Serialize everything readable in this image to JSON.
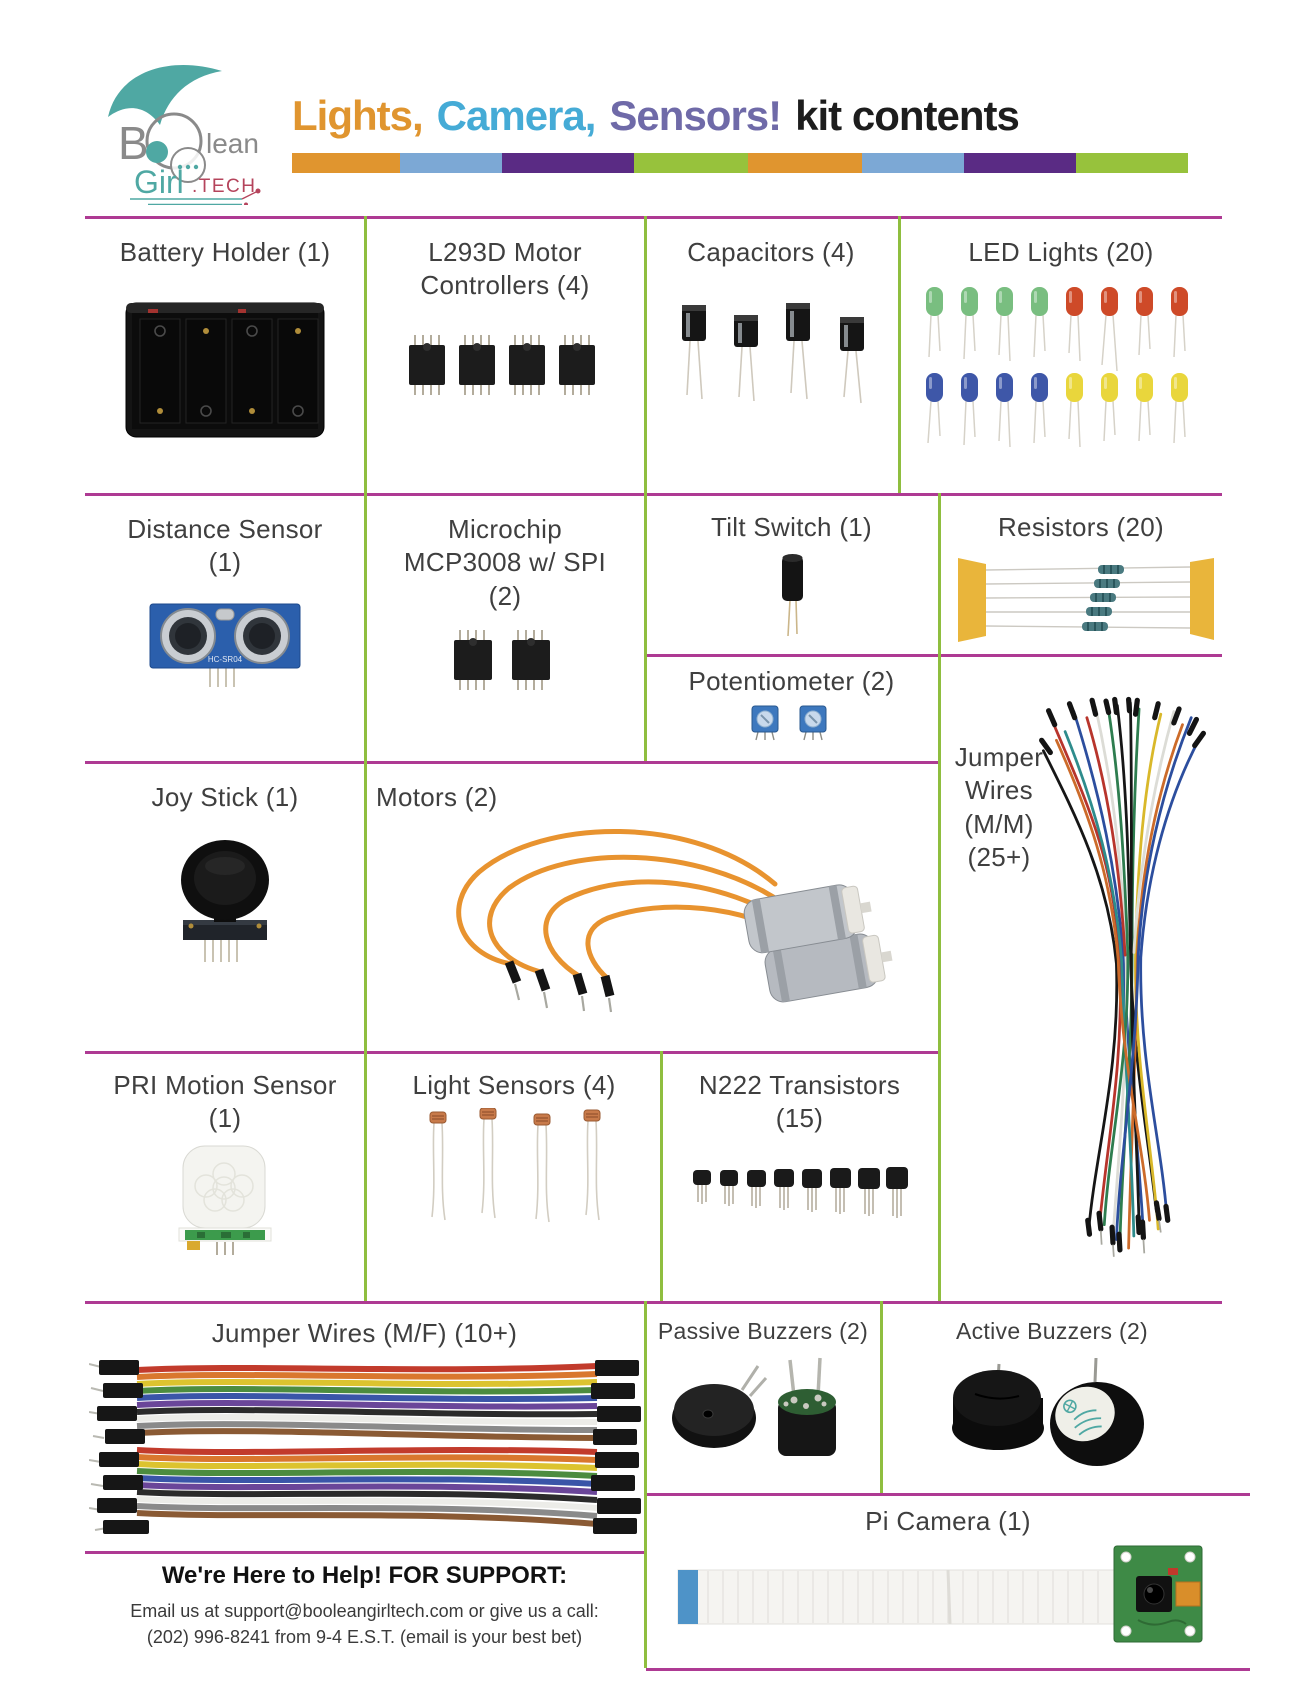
{
  "header": {
    "logo": {
      "bo": "BO",
      "lean": "lean",
      "girl": "Girl",
      "tech": ".TECH"
    },
    "title_parts": {
      "lights": "Lights,",
      "camera": "Camera,",
      "sensors": "Sensors!",
      "suffix": "kit contents"
    },
    "accent_colors": {
      "title_orange": "#E0952F",
      "title_blue": "#45ABD6",
      "title_purple": "#6F6AA8",
      "title_dark": "#1D1D1D",
      "bar_orange": "#E0952F",
      "bar_blue": "#7CA8D5",
      "bar_purple": "#5A2B84",
      "bar_green": "#97C23C"
    }
  },
  "grid": {
    "line_colors": {
      "horizontal": "#AE3A93",
      "vertical": "#8FBE3F"
    }
  },
  "items": {
    "battery_holder": "Battery Holder (1)",
    "motor_controllers": "L293D Motor\nControllers (4)",
    "capacitors": "Capacitors (4)",
    "led_lights": "LED Lights (20)",
    "distance_sensor": "Distance Sensor\n(1)",
    "microchip": "Microchip\nMCP3008 w/ SPI\n(2)",
    "tilt_switch": "Tilt Switch (1)",
    "resistors": "Resistors (20)",
    "potentiometer": "Potentiometer (2)",
    "jumper_mm": "Jumper\nWires\n(M/M)\n(25+)",
    "joy_stick": "Joy Stick (1)",
    "motors": "Motors (2)",
    "pri_motion_sensor": "PRI Motion Sensor\n(1)",
    "light_sensors": "Light Sensors (4)",
    "transistors": "N222 Transistors\n(15)",
    "jumper_mf": "Jumper Wires (M/F) (10+)",
    "passive_buzzers": "Passive Buzzers (2)",
    "active_buzzers": "Active Buzzers (2)",
    "pi_camera": "Pi Camera (1)"
  },
  "support": {
    "heading": "We're Here to Help! FOR SUPPORT:",
    "line1": "Email us at support@booleangirltech.com or give us a call:",
    "line2": "(202) 996-8241 from 9-4 E.S.T. (email is your best bet)"
  }
}
